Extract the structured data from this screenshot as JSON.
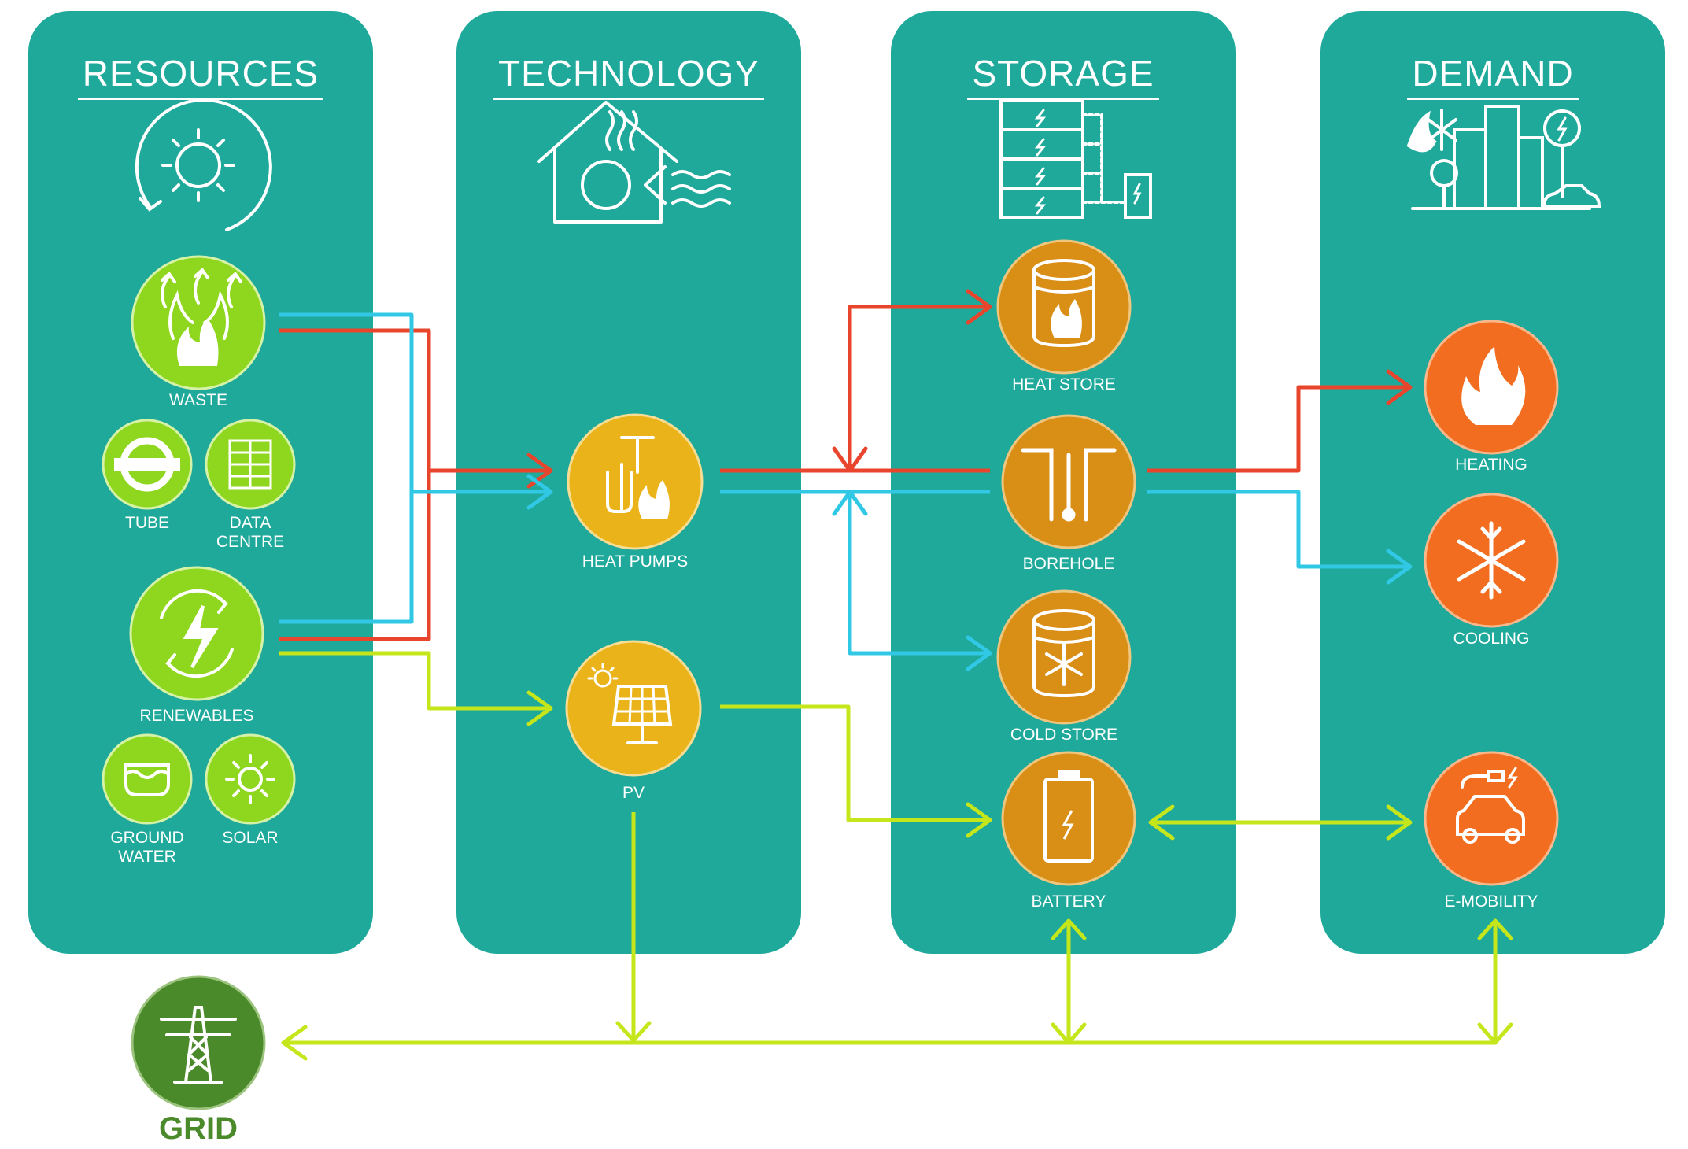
{
  "columns": [
    {
      "title": "RESOURCES",
      "icon": "circular-sun-icon"
    },
    {
      "title": "TECHNOLOGY",
      "icon": "heat-pump-house-icon"
    },
    {
      "title": "STORAGE",
      "icon": "battery-rack-icon"
    },
    {
      "title": "DEMAND",
      "icon": "city-demand-icon"
    }
  ],
  "resources": {
    "waste": "WASTE",
    "tube": "TUBE",
    "data_centre": "DATA\nCENTRE",
    "renewables": "RENEWABLES",
    "ground_water": "GROUND\nWATER",
    "solar": "SOLAR"
  },
  "technology": {
    "heat_pumps": "HEAT PUMPS",
    "pv": "PV"
  },
  "storage": {
    "heat_store": "HEAT STORE",
    "borehole": "BOREHOLE",
    "cold_store": "COLD STORE",
    "battery": "BATTERY"
  },
  "demand": {
    "heating": "HEATING",
    "cooling": "COOLING",
    "e_mobility": "E-MOBILITY"
  },
  "grid": {
    "label": "GRID"
  },
  "colors": {
    "panel": "#1fa99b",
    "resource_node": "#8fd61e",
    "technology_node": "#ebb31a",
    "storage_node": "#d98e16",
    "demand_node": "#f26d1f",
    "grid_node": "#4a8a2a",
    "heat_flow": "#e8452c",
    "cool_flow": "#31c8e6",
    "power_flow": "#c4e61a"
  }
}
